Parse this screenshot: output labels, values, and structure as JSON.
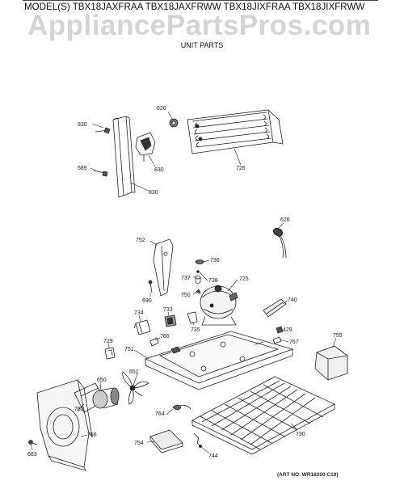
{
  "header": {
    "models": "MODEL(S) TBX18JAXFRAA TBX18JAXFRWW TBX18JIXFRAA TBX18JIXFRWW",
    "watermark": "AppliancePartsPros.com",
    "subtitle": "UNIT PARTS"
  },
  "footer": {
    "art_no": "(ART NO. WR18200 C10)"
  },
  "part_labels": {
    "p620": "620",
    "p830a": "830",
    "p830b": "830",
    "p830c": "830",
    "p689": "689",
    "p726": "726",
    "p626": "626",
    "p752": "752",
    "p736": "736",
    "p737": "737",
    "p738": "738",
    "p725": "725",
    "p750": "750",
    "p690": "690",
    "p740": "740",
    "p734": "734",
    "p733": "733",
    "p735": "735",
    "p429": "429",
    "p767": "767",
    "p755": "755",
    "p729": "729",
    "p766": "766",
    "p751": "751",
    "p651": "651",
    "p650": "650",
    "p762": "762",
    "p756": "756",
    "p683": "683",
    "p764": "764",
    "p754": "754",
    "p744": "744",
    "p730": "730"
  }
}
